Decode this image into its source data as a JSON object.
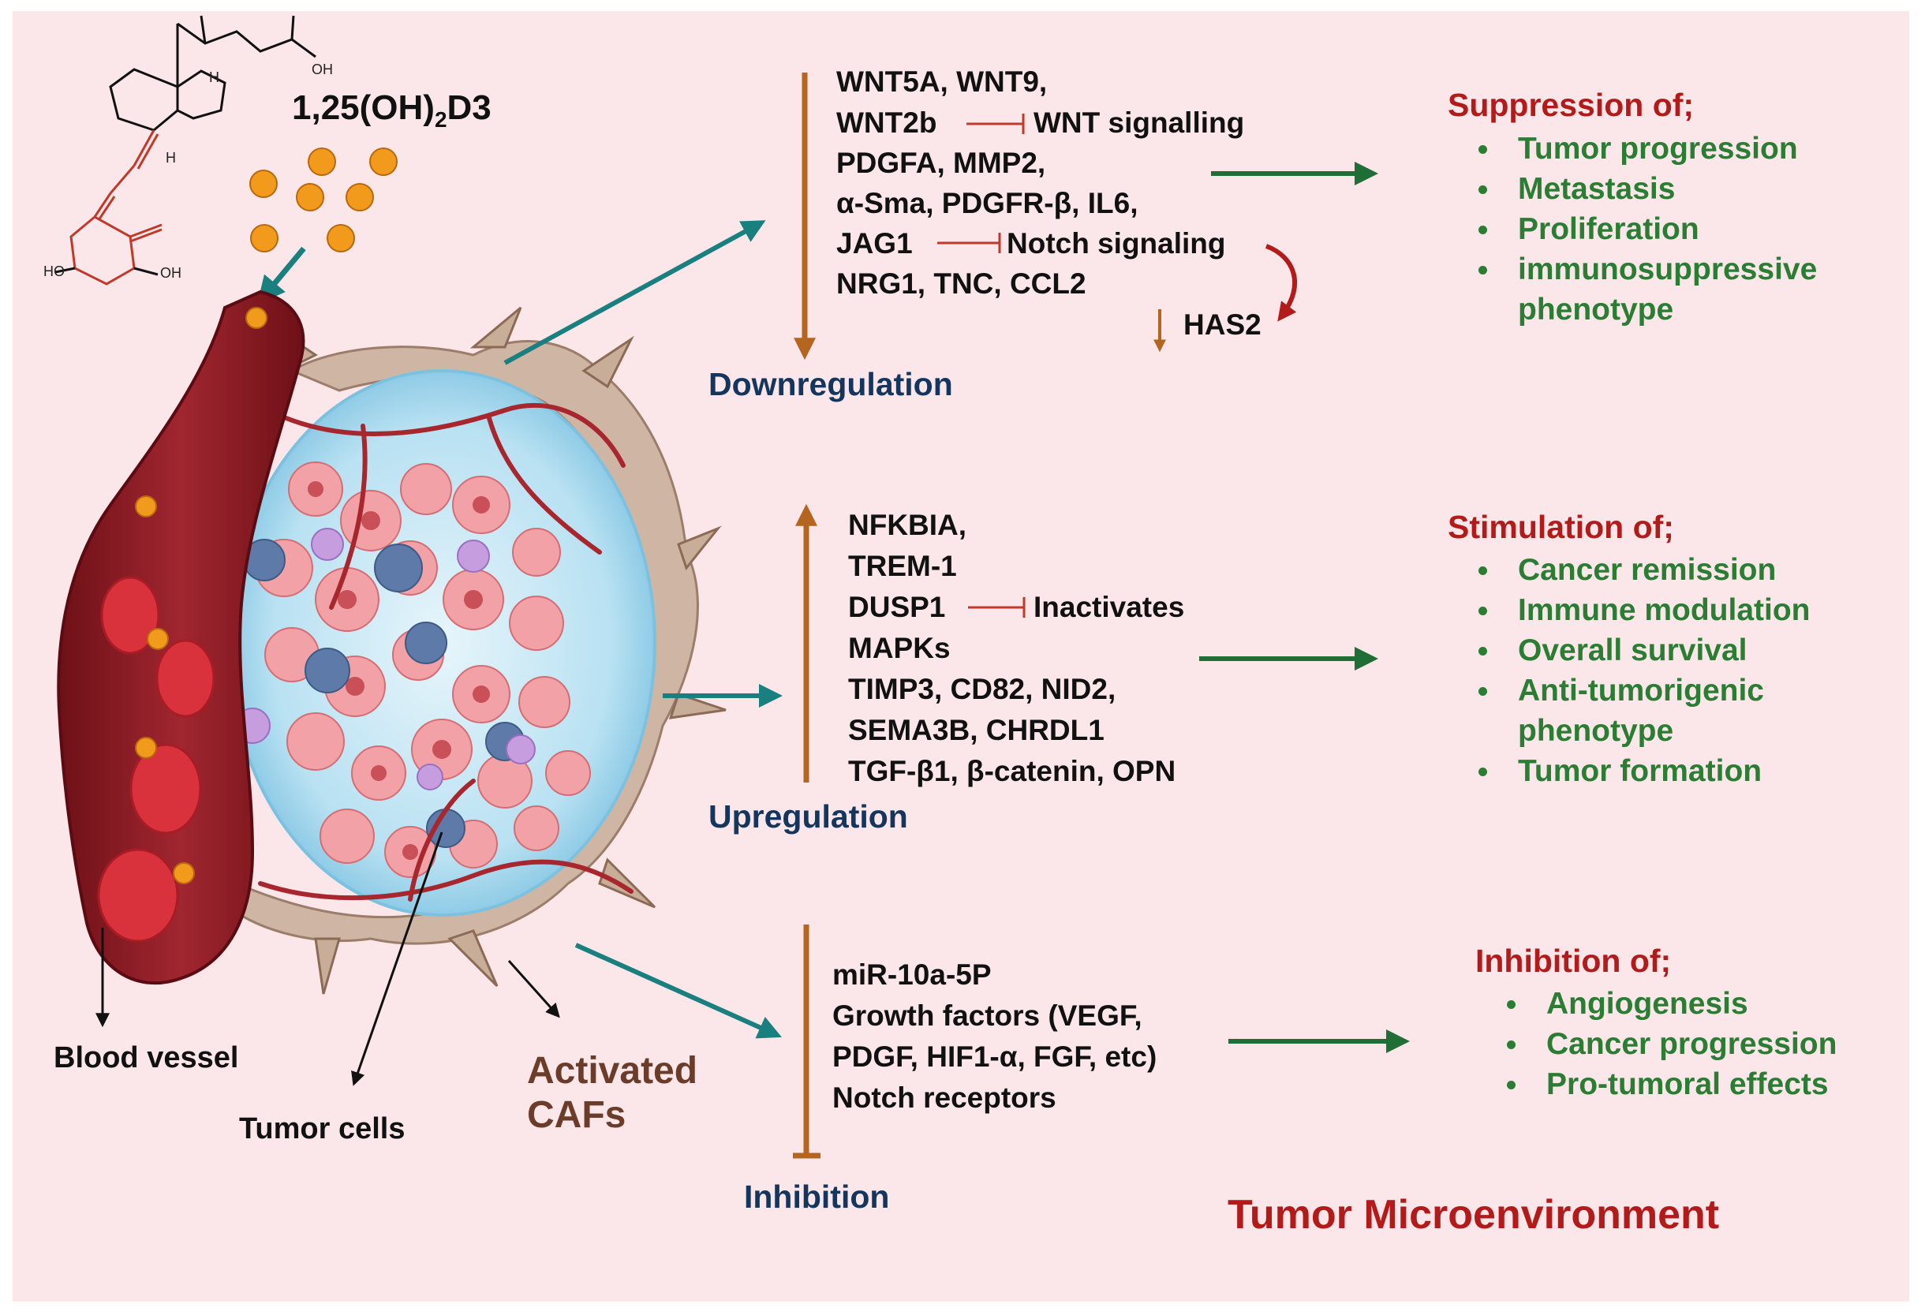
{
  "compound": {
    "name": "1,25(OH)",
    "subscript": "2",
    "suffix": "D3",
    "atom_oh": "OH",
    "atom_h": "H",
    "atom_ho": "HO"
  },
  "anatomy": {
    "blood_vessel": "Blood vessel",
    "tumor_cells": "Tumor cells",
    "activated_cafs_line1": "Activated",
    "activated_cafs_line2": "CAFs"
  },
  "downregulation": {
    "label": "Downregulation",
    "lines": [
      "WNT5A, WNT9,",
      "WNT2b",
      "WNT signalling",
      "PDGFA, MMP2,",
      "α-Sma, PDGFR-β, IL6,",
      "JAG1",
      "Notch signaling",
      "NRG1, TNC, CCL2",
      "HAS2"
    ]
  },
  "upregulation": {
    "label": "Upregulation",
    "lines": [
      "NFKBIA,",
      "TREM-1",
      "DUSP1",
      "Inactivates",
      "MAPKs",
      "TIMP3, CD82, NID2,",
      "SEMA3B, CHRDL1",
      "TGF-β1, β-catenin, OPN"
    ]
  },
  "inhibition": {
    "label": "Inhibition",
    "lines": [
      "miR-10a-5P",
      "Growth factors (VEGF,",
      "PDGF, HIF1-α, FGF, etc)",
      "Notch receptors"
    ]
  },
  "effects": {
    "suppression": {
      "title": "Suppression of;",
      "items": [
        "Tumor progression",
        "Metastasis",
        "Proliferation",
        "immunosuppressive",
        "phenotype"
      ]
    },
    "stimulation": {
      "title": "Stimulation of;",
      "items": [
        "Cancer remission",
        "Immune modulation",
        "Overall survival",
        "Anti-tumorigenic",
        "phenotype",
        "Tumor formation"
      ]
    },
    "inhibition": {
      "title": "Inhibition of;",
      "items": [
        "Angiogenesis",
        "Cancer progression",
        "Pro-tumoral effects"
      ]
    }
  },
  "footer": {
    "title": "Tumor Microenvironment"
  },
  "colors": {
    "background": "#fbe7e9",
    "regulation_arrow": "#b5651d",
    "teal_arrow": "#1a7f7f",
    "green_arrow": "#1f6e35",
    "effect_title": "#b31b1b",
    "effect_item": "#2a7d33",
    "label_navy": "#14365e",
    "inhibitor_line": "#c0392b",
    "vitamin_molecule": "#c0392b",
    "vitamin_dots": "#f29a1c",
    "vessel": "#8b1e24",
    "tumor": "#a9d9ef"
  },
  "icons": [
    "vitamin-d-molecule",
    "orange-dot-cluster",
    "blood-vessel",
    "tumor-mass",
    "caf-network"
  ]
}
